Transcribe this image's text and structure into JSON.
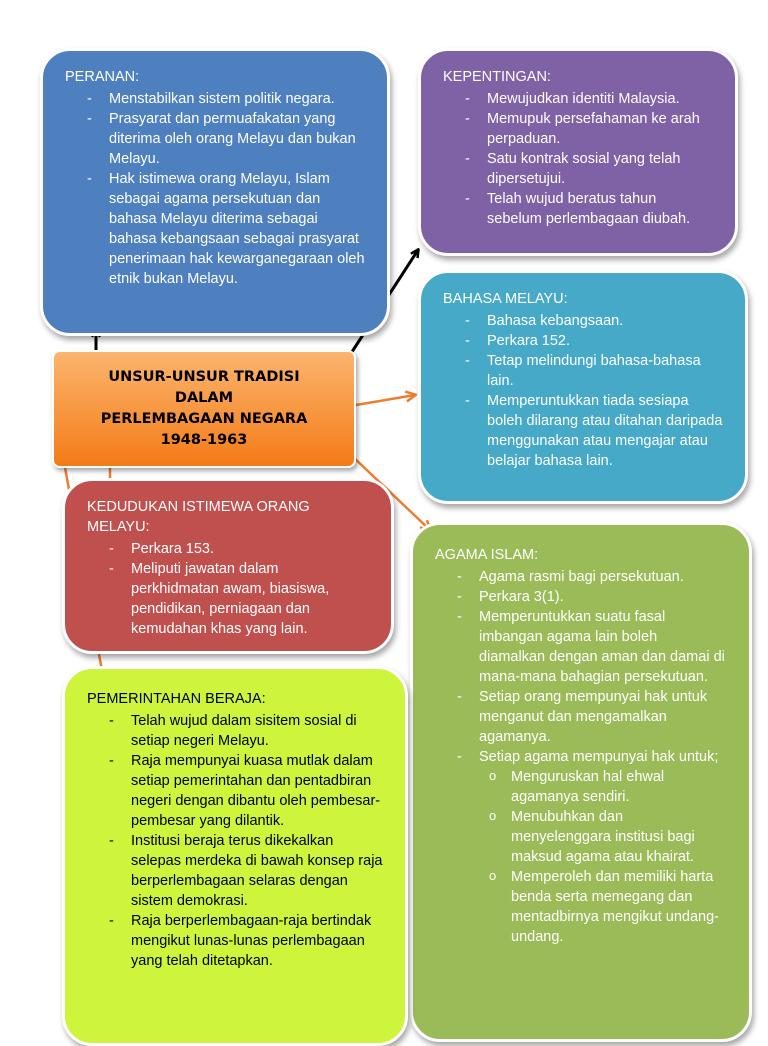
{
  "center": {
    "lines": [
      "UNSUR-UNSUR TRADISI",
      "DALAM",
      "PERLEMBAGAAN NEGARA",
      "1948-1963"
    ]
  },
  "peranan": {
    "heading": "PERANAN:",
    "items": [
      "Menstabilkan sistem politik negara.",
      "Prasyarat dan permuafakatan yang diterima oleh orang Melayu dan bukan Melayu.",
      "Hak istimewa orang Melayu, Islam sebagai agama persekutuan dan bahasa Melayu diterima sebagai bahasa kebangsaan sebagai prasyarat penerimaan hak kewarganegaraan oleh etnik bukan Melayu."
    ]
  },
  "kepentingan": {
    "heading": "KEPENTINGAN:",
    "items": [
      "Mewujudkan identiti Malaysia.",
      "Memupuk persefahaman ke arah perpaduan.",
      "Satu kontrak sosial yang telah dipersetujui.",
      "Telah wujud beratus tahun sebelum perlembagaan diubah."
    ]
  },
  "bahasa": {
    "heading": "BAHASA MELAYU:",
    "items": [
      "Bahasa kebangsaan.",
      "Perkara 152.",
      "Tetap melindungi bahasa-bahasa lain.",
      "Memperuntukkan tiada sesiapa boleh dilarang atau ditahan daripada menggunakan atau mengajar atau belajar bahasa lain."
    ]
  },
  "kedudukan": {
    "heading": "KEDUDUKAN ISTIMEWA ORANG MELAYU:",
    "items": [
      "Perkara 153.",
      "Meliputi jawatan dalam perkhidmatan awam, biasiswa, pendidikan, perniagaan dan kemudahan khas yang lain."
    ]
  },
  "agama": {
    "heading": "AGAMA ISLAM:",
    "items": [
      "Agama rasmi bagi persekutuan.",
      "Perkara 3(1).",
      "Memperuntukkan suatu fasal imbangan agama lain boleh diamalkan dengan aman dan damai di mana-mana bahagian persekutuan.",
      "Setiap orang mempunyai hak untuk menganut dan mengamalkan agamanya.",
      "Setiap agama mempunyai hak untuk;"
    ],
    "subitems": [
      "Menguruskan hal ehwal agamanya sendiri.",
      "Menubuhkan dan menyelenggara institusi bagi maksud agama atau khairat.",
      "Memperoleh dan memiliki harta benda serta memegang dan mentadbirnya mengikut undang-undang."
    ]
  },
  "pemerintahan": {
    "heading": "PEMERINTAHAN BERAJA:",
    "items": [
      "Telah wujud dalam sisitem sosial di setiap negeri Melayu.",
      "Raja mempunyai kuasa mutlak dalam setiap pemerintahan dan pentadbiran negeri dengan dibantu oleh pembesar-pembesar yang dilantik.",
      "Institusi beraja terus dikekalkan selepas merdeka di bawah konsep raja berperlembagaan selaras dengan sistem demokrasi.",
      "Raja berperlembagaan-raja bertindak mengikut lunas-lunas perlembagaan yang telah ditetapkan."
    ]
  },
  "colors": {
    "peranan": "#4e7fbf",
    "kepentingan": "#7f62a6",
    "bahasa": "#46a9c7",
    "kedudukan": "#c0504e",
    "agama": "#9bbb58",
    "pemerintahan": "#ccf53b",
    "center": "#f58b2c",
    "arrow_black": "#000000",
    "arrow_orange": "#ed7d31"
  }
}
